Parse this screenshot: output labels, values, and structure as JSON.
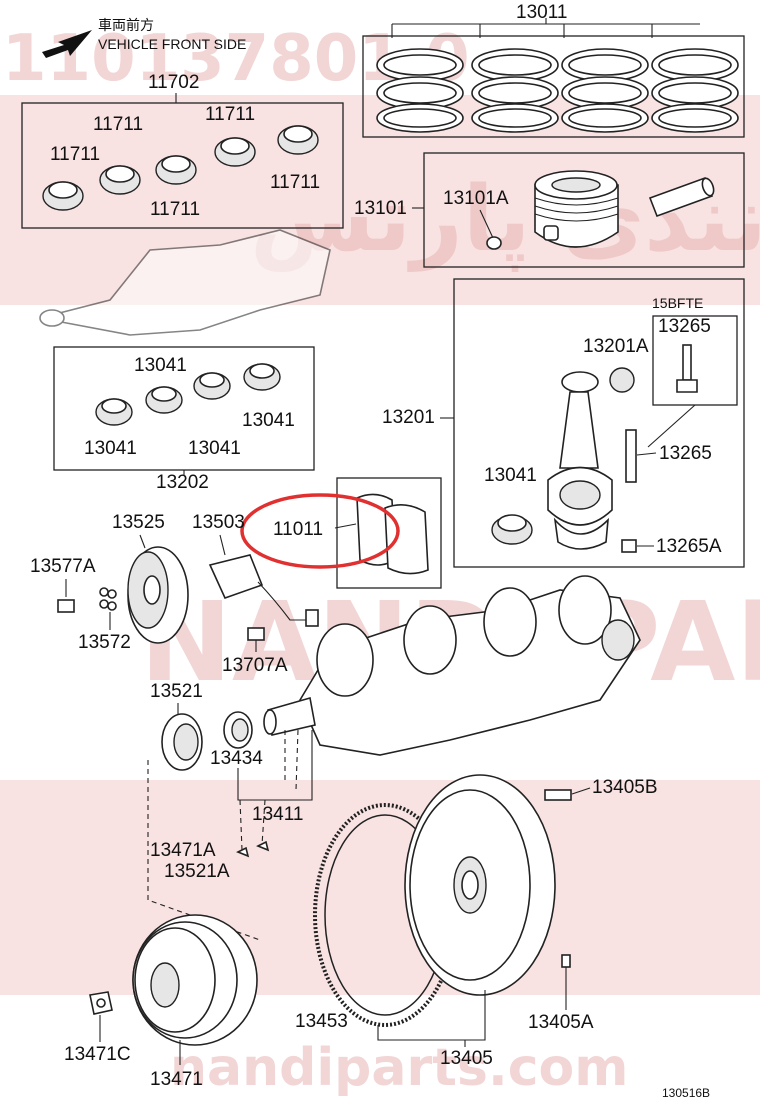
{
  "diagram": {
    "front_label_jp": "車両前方",
    "front_label_en": "VEHICLE FRONT SIDE",
    "engine_code": "15BFTE",
    "figure_code": "130516B",
    "highlight_color": "#e03030",
    "watermark": {
      "part_number": "110137801 0",
      "brand_url": "nandiparts.com",
      "brand_word": "NANDI PARTS",
      "arabic": "نندی پارتس"
    },
    "labels": {
      "p13011": "13011",
      "p11702": "11702",
      "p11711_a": "11711",
      "p11711_b": "11711",
      "p11711_c": "11711",
      "p11711_d": "11711",
      "p11711_e": "11711",
      "p13101": "13101",
      "p13101A": "13101A",
      "p13265_top": "13265",
      "p13201A": "13201A",
      "p13041_a": "13041",
      "p13041_b": "13041",
      "p13041_c": "13041",
      "p13041_d": "13041",
      "p13201": "13201",
      "p13265_mid": "13265",
      "p13041_e": "13041",
      "p13202": "13202",
      "p13265A": "13265A",
      "p13525": "13525",
      "p13503": "13503",
      "p11011": "11011",
      "p13577A": "13577A",
      "p13572": "13572",
      "p13707A": "13707A",
      "p13521": "13521",
      "p13434": "13434",
      "p13411": "13411",
      "p13405B": "13405B",
      "p13471A": "13471A",
      "p13521A": "13521A",
      "p13453": "13453",
      "p13405A": "13405A",
      "p13471C": "13471C",
      "p13405": "13405",
      "p13471": "13471"
    }
  }
}
